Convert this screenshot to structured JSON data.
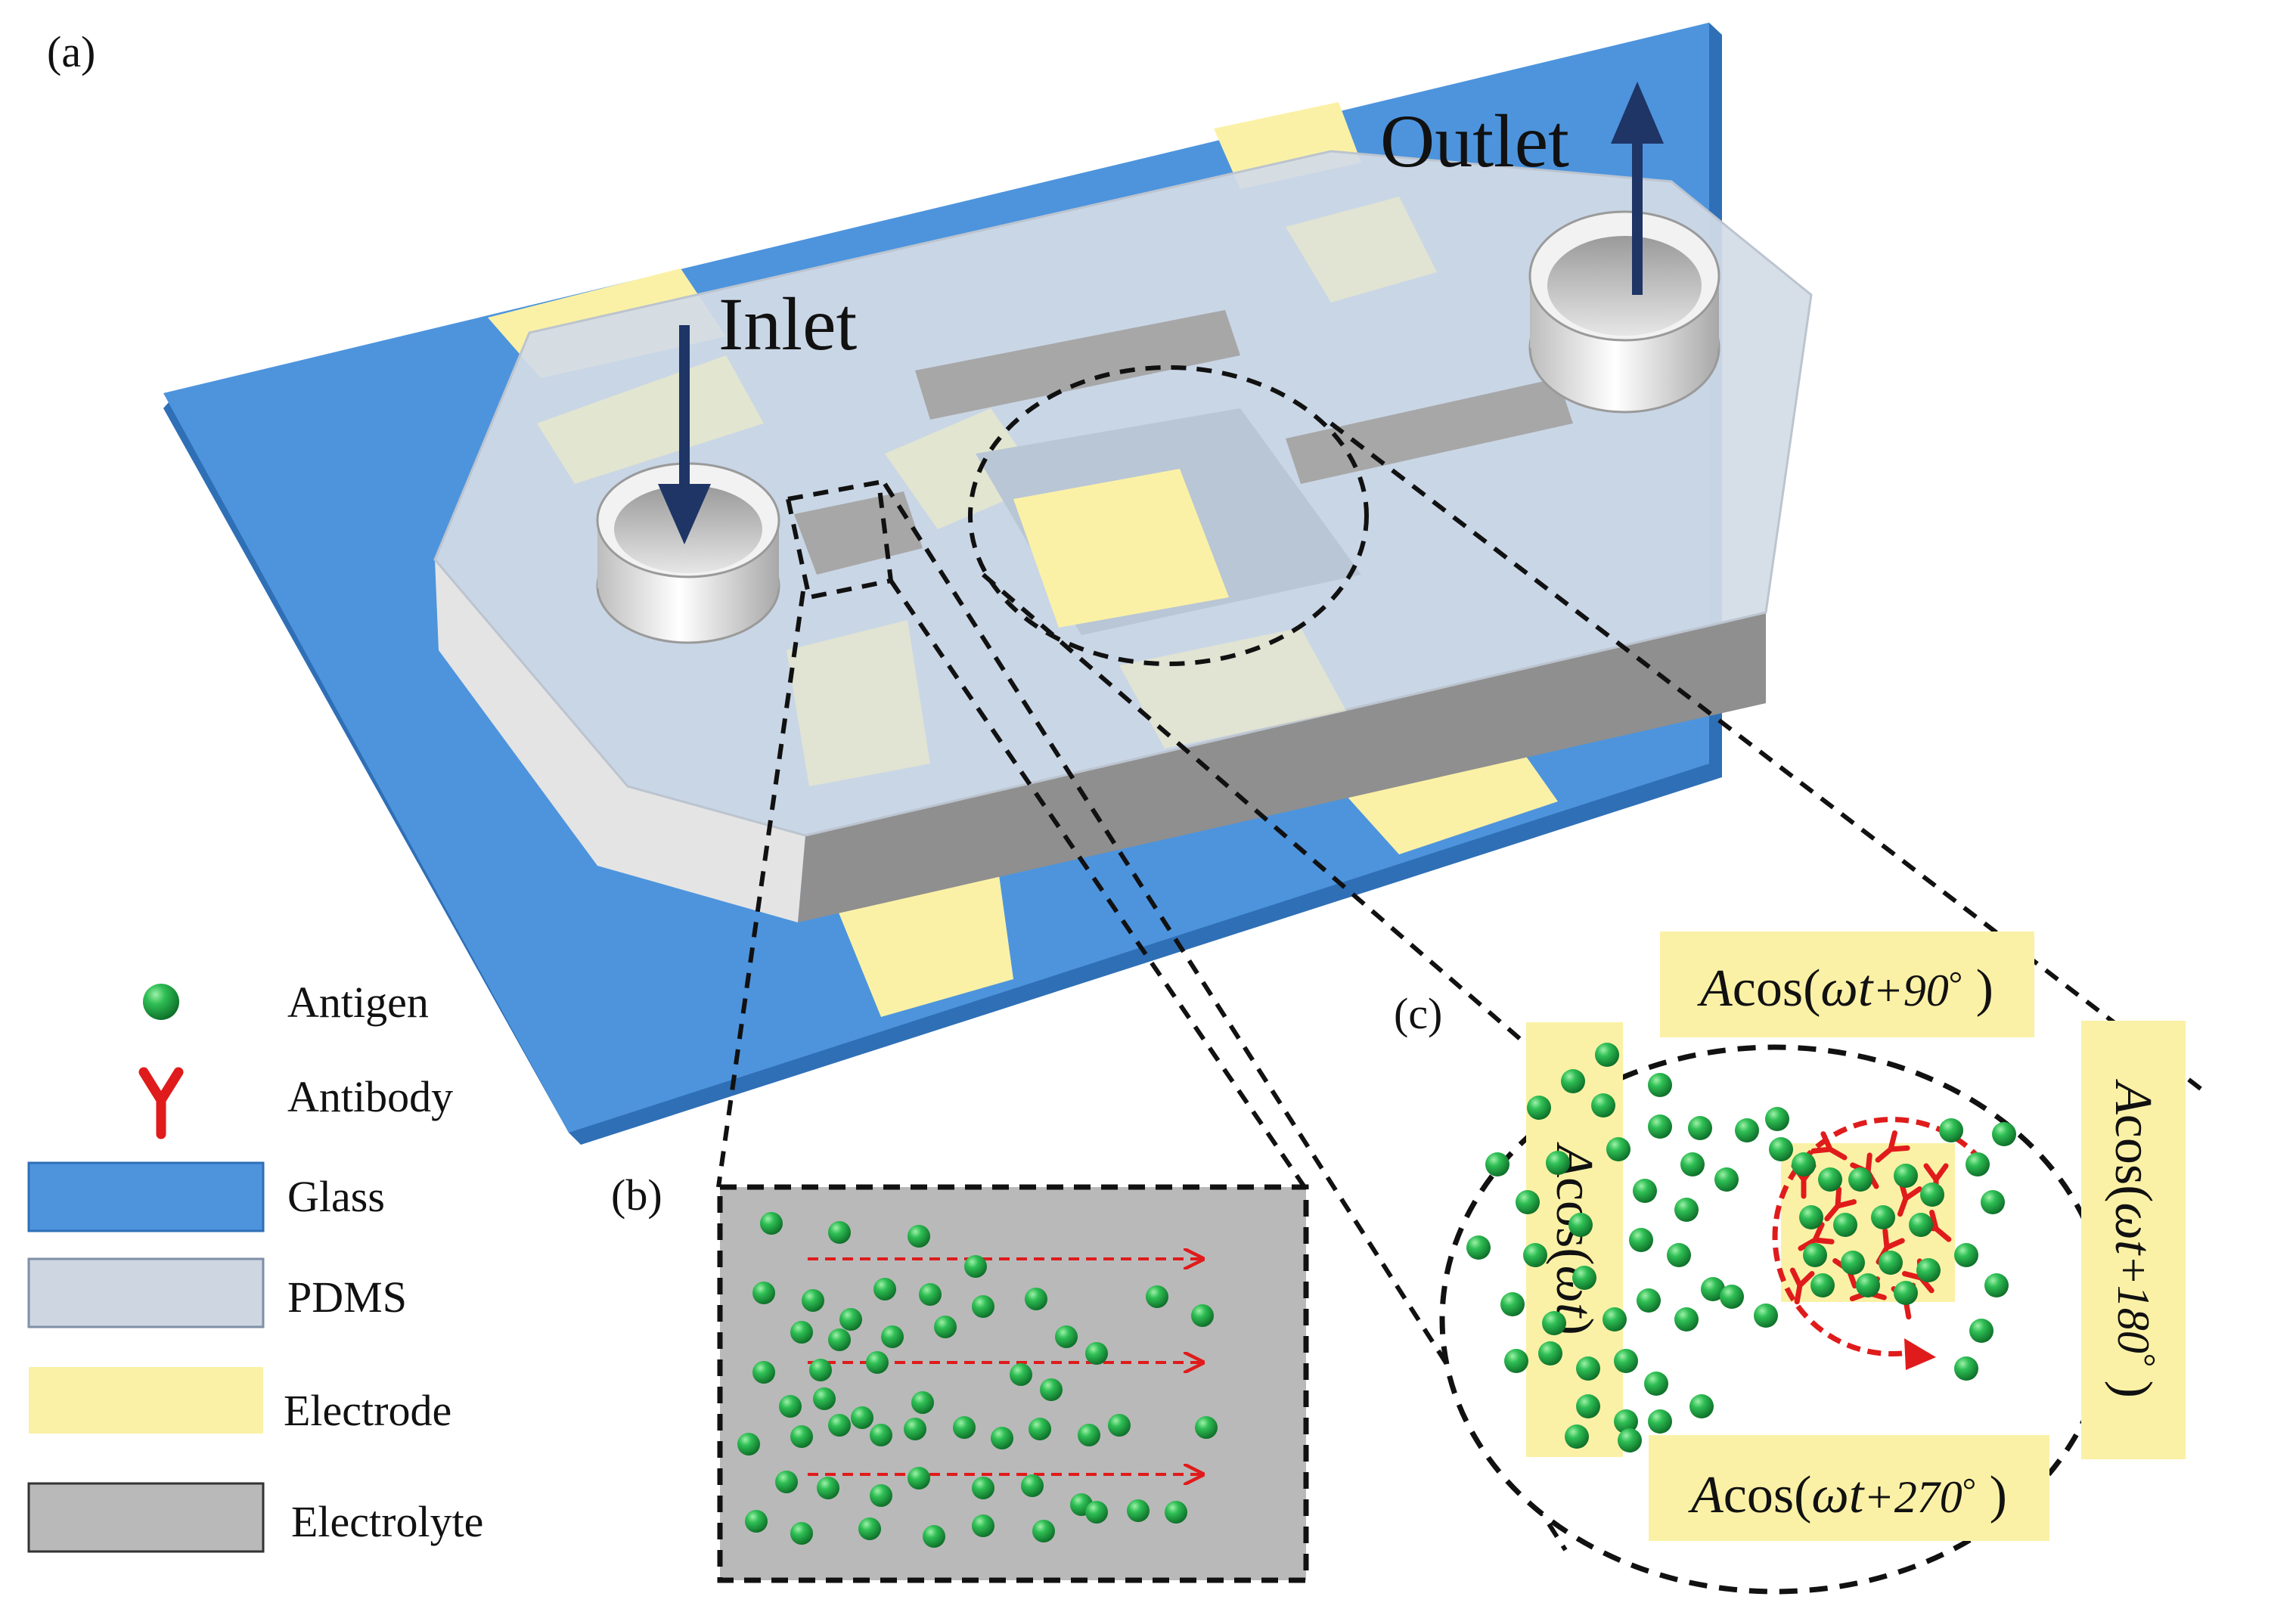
{
  "panels": {
    "a": "(a)",
    "b": "(b)",
    "c": "(c)"
  },
  "device": {
    "inlet": "Inlet",
    "outlet": "Outlet"
  },
  "legend": [
    {
      "key": "antigen",
      "label": "Antigen",
      "color": "#1f9a3d"
    },
    {
      "key": "antibody",
      "label": "Antibody",
      "color": "#e01b1b"
    },
    {
      "key": "glass",
      "label": "Glass",
      "color": "#4d94dd"
    },
    {
      "key": "pdms",
      "label": "PDMS",
      "color": "#cdd6e1"
    },
    {
      "key": "electrode",
      "label": "Electrode",
      "color": "#fbf1a6"
    },
    {
      "key": "electrolyte",
      "label": "Electrolyte",
      "color": "#b9b9b9"
    }
  ],
  "electrodes": {
    "left": {
      "prefix": "A",
      "func": "cos(",
      "arg": "ωt",
      "suffix": ")"
    },
    "top": {
      "prefix": "A",
      "func": "cos(",
      "arg": "ωt",
      "phase": "+90",
      "deg": "°",
      "suffix": " )"
    },
    "right": {
      "prefix": "A",
      "func": "cos(",
      "arg": "ωt",
      "phase": "+180",
      "deg": "°",
      "suffix": " )"
    },
    "bottom": {
      "prefix": "A",
      "func": "cos(",
      "arg": "ωt",
      "phase": "+270",
      "deg": "°",
      "suffix": " )"
    }
  },
  "colors": {
    "glass": "#4d94dd",
    "glass_edge": "#2f6fb6",
    "pdms_top": "#d3dbe6",
    "pdms_side": "#e6e6e6",
    "pdms_front_dark": "#8f8f8f",
    "electrode": "#fbf1a6",
    "electrolyte": "#b9b9b9",
    "arrow_navy": "#1e3566",
    "flow_red": "#e01b1b",
    "antigen": "#1f9a3d"
  }
}
